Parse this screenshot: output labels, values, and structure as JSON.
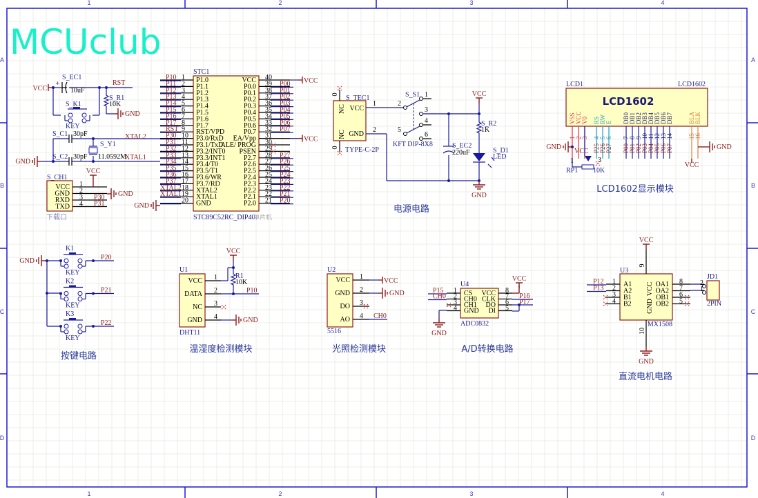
{
  "logo": "MCUclub",
  "border": {
    "columns": [
      "1",
      "2",
      "3",
      "4"
    ],
    "rows": [
      "A",
      "B",
      "C",
      "D"
    ]
  },
  "colors": {
    "logo": "#19f0c8",
    "border": "#1a1ad0",
    "net_label": "#8b1a1a",
    "wire": "#1a1aa0",
    "component_body": "#ffffc4",
    "grid": "#ecece6"
  },
  "reset": {
    "vcc": "VCC",
    "cap_designator": "S_EC1",
    "cap_value": "10uF",
    "rst_net": "RST",
    "res_designator": "S_R1",
    "res_value": "10K",
    "gnd": "GND",
    "key_designator": "S_K1",
    "key_label": "KEY"
  },
  "crystal": {
    "c1_designator": "S_C1",
    "c1_value": "30pF",
    "c2_designator": "S_C2",
    "c2_value": "30pF",
    "y_designator": "S_Y1",
    "y_value": "11.0592M",
    "xtal2": "XTAL2",
    "xtal1": "XTAL1",
    "gnd": "GND"
  },
  "download_port": {
    "designator": "S_CH1",
    "pins": [
      "VCC",
      "GND",
      "RXD",
      "TXD"
    ],
    "pin_numbers": [
      "1",
      "2",
      "3",
      "4"
    ],
    "nets": [
      "VCC",
      "GND",
      "P30",
      "P31"
    ],
    "caption": "下载口"
  },
  "mcu": {
    "designator": "STC1",
    "part": "STC89C52RC_DIP40",
    "comment": "单片机",
    "left_pins": [
      {
        "num": "1",
        "name": "P1.0",
        "net": "P10"
      },
      {
        "num": "2",
        "name": "P1.1",
        "net": "P11"
      },
      {
        "num": "3",
        "name": "P1.2",
        "net": "P12"
      },
      {
        "num": "4",
        "name": "P1.3",
        "net": "P13"
      },
      {
        "num": "5",
        "name": "P1.4",
        "net": "P14"
      },
      {
        "num": "6",
        "name": "P1.5",
        "net": "P15"
      },
      {
        "num": "7",
        "name": "P1.6",
        "net": "P16"
      },
      {
        "num": "8",
        "name": "P1.7",
        "net": "P17"
      },
      {
        "num": "9",
        "name": "RST/VPD",
        "net": "RST"
      },
      {
        "num": "10",
        "name": "P3.0/RxD",
        "net": "P30"
      },
      {
        "num": "11",
        "name": "P3.1/TxD",
        "net": "P31"
      },
      {
        "num": "12",
        "name": "P3.2/INT0",
        "net": "P32"
      },
      {
        "num": "13",
        "name": "P3.3/INT1",
        "net": "P33"
      },
      {
        "num": "14",
        "name": "P3.4/T0",
        "net": "P34"
      },
      {
        "num": "15",
        "name": "P3.5/T1",
        "net": "P35"
      },
      {
        "num": "16",
        "name": "P3.6/WR",
        "net": "P36"
      },
      {
        "num": "17",
        "name": "P3.7/RD",
        "net": "P37"
      },
      {
        "num": "18",
        "name": "XTAL2",
        "net": "XTAL2"
      },
      {
        "num": "19",
        "name": "XTAL1",
        "net": "XTAL1"
      },
      {
        "num": "20",
        "name": "GND",
        "net": "GND"
      }
    ],
    "right_pins": [
      {
        "num": "40",
        "name": "VCC",
        "net": "VCC"
      },
      {
        "num": "39",
        "name": "P0.0",
        "net": "P00"
      },
      {
        "num": "38",
        "name": "P0.1",
        "net": "P01"
      },
      {
        "num": "37",
        "name": "P0.2",
        "net": "P02"
      },
      {
        "num": "36",
        "name": "P0.3",
        "net": "P03"
      },
      {
        "num": "35",
        "name": "P0.4",
        "net": "P04"
      },
      {
        "num": "34",
        "name": "P0.5",
        "net": "P05"
      },
      {
        "num": "33",
        "name": "P0.6",
        "net": "P06"
      },
      {
        "num": "32",
        "name": "P0.7",
        "net": "P07"
      },
      {
        "num": "31",
        "name": "EA/Vpp",
        "net": "VCC"
      },
      {
        "num": "30",
        "name": "ALE/ PROG",
        "net": ""
      },
      {
        "num": "29",
        "name": "PSEN",
        "net": ""
      },
      {
        "num": "28",
        "name": "P2.7",
        "net": "P27"
      },
      {
        "num": "27",
        "name": "P2.6",
        "net": "P26"
      },
      {
        "num": "26",
        "name": "P2.5",
        "net": "P25"
      },
      {
        "num": "25",
        "name": "P2.4",
        "net": "P24"
      },
      {
        "num": "24",
        "name": "P2.3",
        "net": "P23"
      },
      {
        "num": "23",
        "name": "P2.2",
        "net": "P22"
      },
      {
        "num": "22",
        "name": "P2.1",
        "net": "P21"
      },
      {
        "num": "21",
        "name": "P2.0",
        "net": "P20"
      }
    ]
  },
  "power": {
    "connector_designator": "S_TEC1",
    "connector_part": "TYPE-C-2P",
    "connector_pins": [
      "VCC",
      "GND"
    ],
    "connector_pin_numbers": [
      "1",
      "2"
    ],
    "connector_nc": [
      "NC",
      "NC"
    ],
    "nc_pin_numbers": [
      "0",
      "0"
    ],
    "switch_designator": "S_S1",
    "switch_part": "KFT DIP-8X8",
    "switch_pins": [
      "1",
      "2",
      "3",
      "4",
      "5",
      "6"
    ],
    "cap_designator": "S_EC2",
    "cap_value": "220uF",
    "res_designator": "S_R2",
    "res_value": "1K",
    "led_designator": "S_D1",
    "led_value": "LED",
    "vcc": "VCC",
    "gnd": "GND",
    "caption": "电源电路"
  },
  "lcd": {
    "designator": "LCD1",
    "part": "LCD1602",
    "title": "LCD1602",
    "pins": [
      {
        "num": "1",
        "name": "VSS",
        "net": ""
      },
      {
        "num": "2",
        "name": "VCC",
        "net": ""
      },
      {
        "num": "3",
        "name": "V0",
        "net": ""
      },
      {
        "num": "4",
        "name": "RS",
        "net": "P25"
      },
      {
        "num": "5",
        "name": "RW",
        "net": "P26"
      },
      {
        "num": "6",
        "name": "E",
        "net": "P27"
      },
      {
        "num": "7",
        "name": "DB0",
        "net": "P00"
      },
      {
        "num": "8",
        "name": "DB1",
        "net": "P01"
      },
      {
        "num": "9",
        "name": "DB2",
        "net": "P02"
      },
      {
        "num": "10",
        "name": "DB3",
        "net": "P03"
      },
      {
        "num": "11",
        "name": "DB4",
        "net": "P04"
      },
      {
        "num": "12",
        "name": "DB5",
        "net": "P05"
      },
      {
        "num": "13",
        "name": "DB6",
        "net": "P06"
      },
      {
        "num": "14",
        "name": "DB7",
        "net": "P07"
      },
      {
        "num": "15",
        "name": "BLA",
        "net": "VCC"
      },
      {
        "num": "16",
        "name": "BLK",
        "net": "GND"
      }
    ],
    "gnd_left": "GND",
    "vcc_mid": "VCC",
    "pot_designator": "RP1",
    "pot_value": "10K",
    "pot_pins": [
      "1",
      "3"
    ],
    "caption": "LCD1602显示模块"
  },
  "keys": {
    "gnd": "GND",
    "items": [
      {
        "designator": "K1",
        "label": "KEY",
        "net": "P20"
      },
      {
        "designator": "K2",
        "label": "KEY",
        "net": "P21"
      },
      {
        "designator": "K3",
        "label": "KEY",
        "net": "P22"
      }
    ],
    "caption": "按键电路"
  },
  "dht": {
    "designator": "U1",
    "part": "DHT11",
    "pins": [
      "VCC",
      "DATA",
      "NC",
      "GND"
    ],
    "pin_numbers": [
      "1",
      "2",
      "3",
      "4"
    ],
    "res_designator": "R1",
    "res_value": "10K",
    "vcc": "VCC",
    "data_net": "P10",
    "gnd": "GND",
    "caption": "温湿度检测模块"
  },
  "light": {
    "designator": "U2",
    "part": "5516",
    "pins": [
      "VCC",
      "GND",
      "DO",
      "AO"
    ],
    "pin_numbers": [
      "1",
      "2",
      "3",
      "4"
    ],
    "vcc": "VCC",
    "gnd": "GND",
    "ao_net": "CH0",
    "caption": "光照检测模块"
  },
  "adc": {
    "designator": "U4",
    "part": "ADC0832",
    "left_pins": [
      {
        "num": "1",
        "name": "CS",
        "net": "P15"
      },
      {
        "num": "2",
        "name": "CH0",
        "net": "CH0"
      },
      {
        "num": "3",
        "name": "CH1",
        "net": ""
      },
      {
        "num": "4",
        "name": "GND",
        "net": "GND"
      }
    ],
    "right_pins": [
      {
        "num": "8",
        "name": "VCC",
        "net": "VCC"
      },
      {
        "num": "7",
        "name": "CLK",
        "net": "P16"
      },
      {
        "num": "6",
        "name": "DO",
        "net": "P17"
      },
      {
        "num": "5",
        "name": "DI",
        "net": ""
      }
    ],
    "caption": "A/D转换电路"
  },
  "motor": {
    "designator": "U3",
    "part": "MX1508",
    "left_pins": [
      {
        "num": "1",
        "name": "A1",
        "net": "P12"
      },
      {
        "num": "2",
        "name": "A2",
        "net": "P13"
      },
      {
        "num": "3",
        "name": "B1",
        "net": ""
      },
      {
        "num": "4",
        "name": "B2",
        "net": ""
      }
    ],
    "right_pins": [
      {
        "num": "8",
        "name": "OA1"
      },
      {
        "num": "7",
        "name": "OA2"
      },
      {
        "num": "6",
        "name": "OB1"
      },
      {
        "num": "5",
        "name": "OB2"
      }
    ],
    "vcc_pin": {
      "num": "9",
      "name": "VCC"
    },
    "gnd_pin": {
      "num": "10",
      "name": "GND"
    },
    "vcc": "VCC",
    "gnd": "GND",
    "connector_designator": "JD1",
    "connector_part": "2PIN",
    "connector_pins": [
      "2",
      "1"
    ],
    "caption": "直流电机电路"
  }
}
